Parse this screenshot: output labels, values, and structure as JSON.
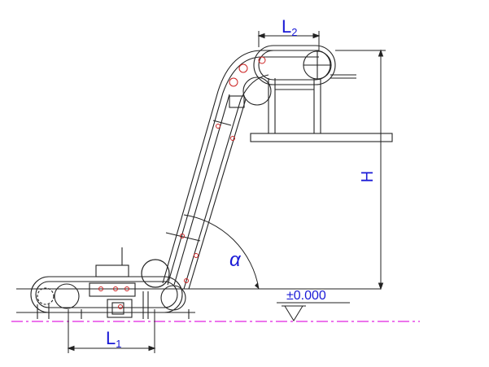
{
  "dimensions": {
    "l1": {
      "main": "L",
      "sub": "1"
    },
    "l2": {
      "main": "L",
      "sub": "2"
    },
    "h": "H",
    "angle": "α"
  },
  "level_mark": "±0.000",
  "colors": {
    "outline": "#222222",
    "dimension": "#1a1ad6",
    "bolt": "#cc2222",
    "centerline": "#e020e0"
  }
}
